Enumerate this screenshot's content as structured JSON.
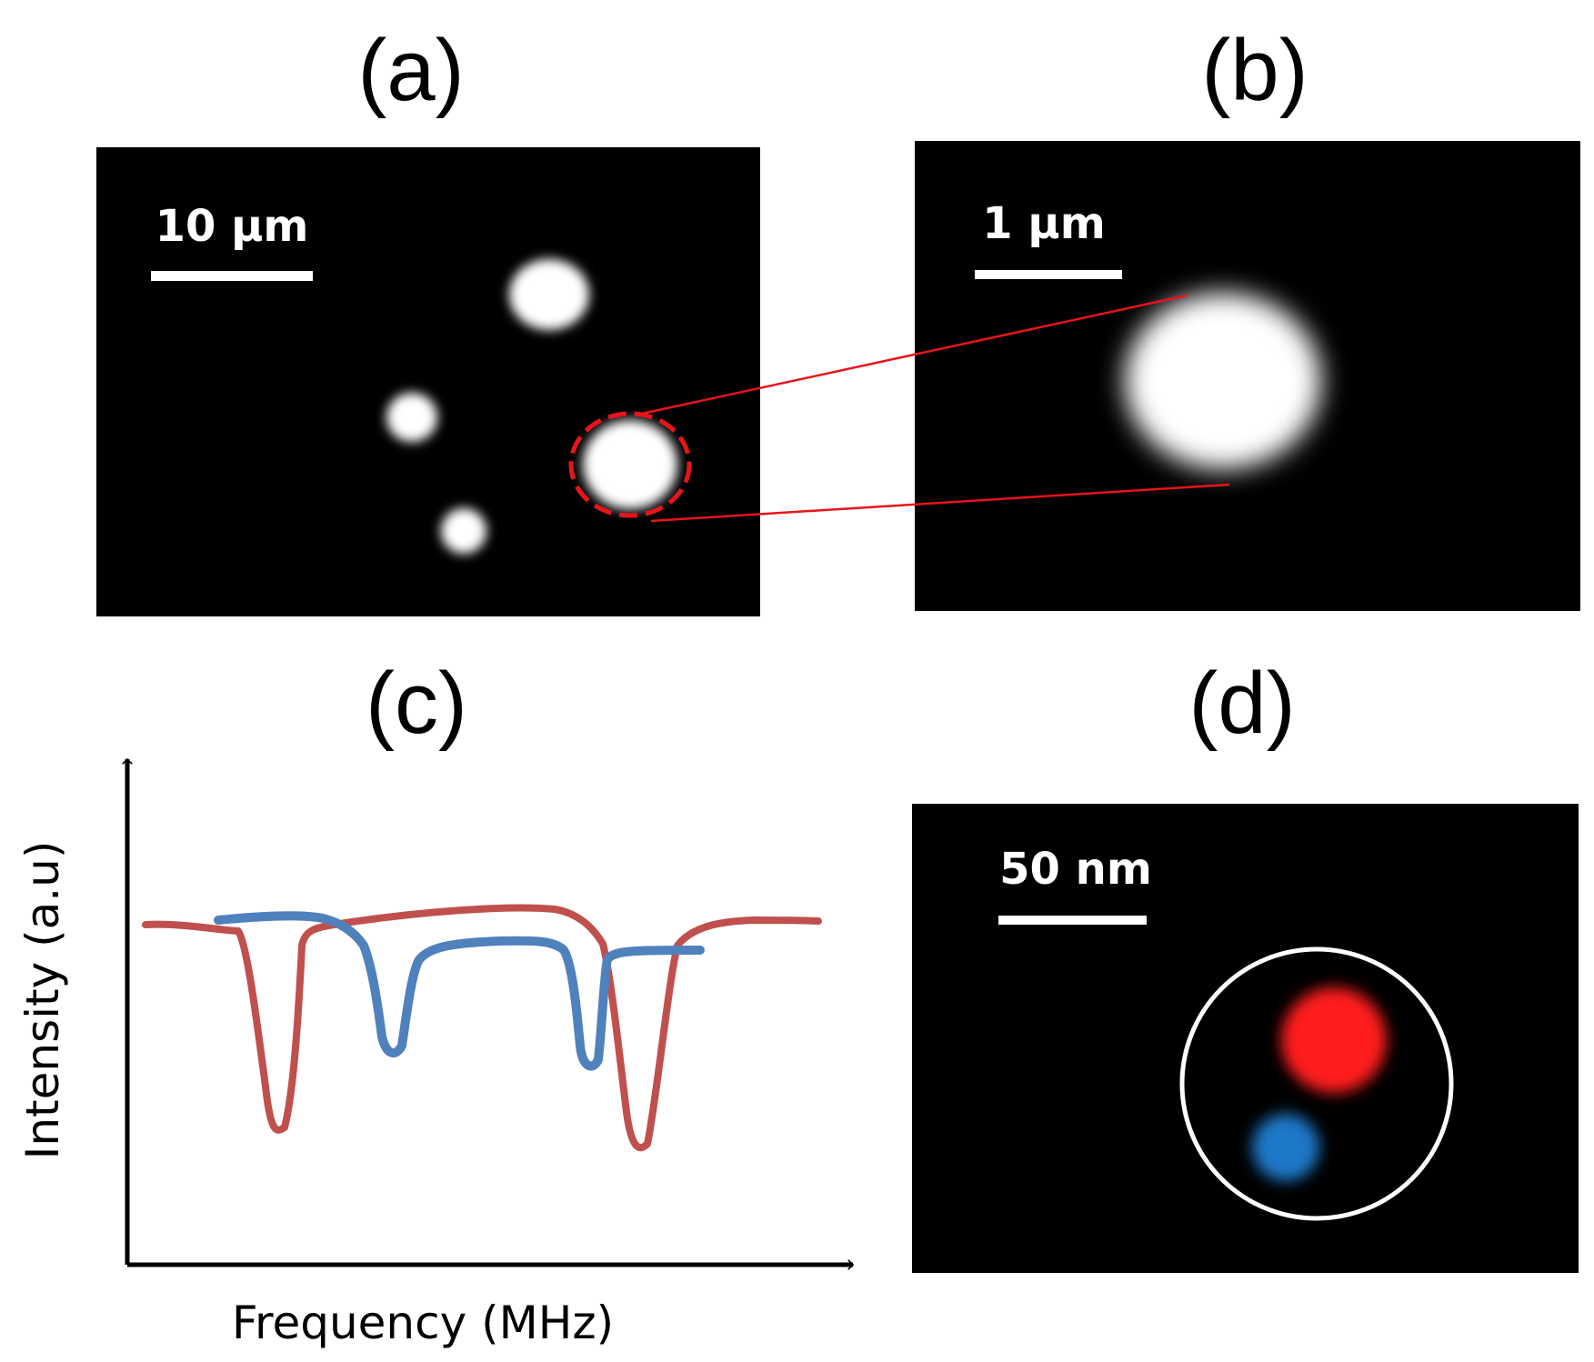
{
  "panels": {
    "a": {
      "label": "(a)",
      "scale_bar": "10 μm"
    },
    "b": {
      "label": "(b)",
      "scale_bar": "1 μm"
    },
    "c": {
      "label": "(c)",
      "x_axis_label": "Frequency (MHz)",
      "y_axis_label": "Intensity (a.u)"
    },
    "d": {
      "label": "(d)",
      "scale_bar": "50 nm"
    }
  },
  "colors": {
    "background_image": "#000000",
    "spot": "#ffffff",
    "highlight_circle": "#e8141b",
    "red_spectrum": "#c0504d",
    "blue_spectrum": "#4f81bd",
    "red_emitter": "#ff1a1a",
    "blue_emitter": "#1f78c8",
    "ring": "#ffffff"
  }
}
